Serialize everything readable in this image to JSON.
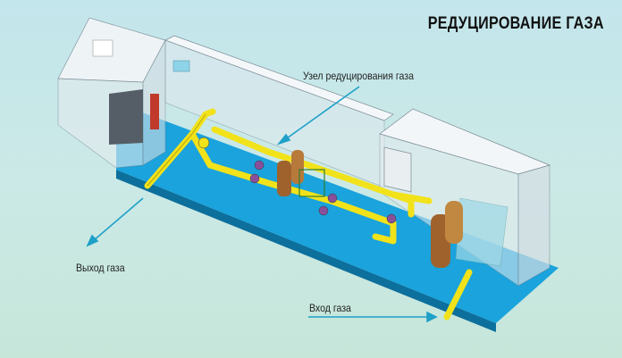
{
  "title": "РЕДУЦИРОВАНИЕ ГАЗА",
  "labels": {
    "reduction_unit": "Узел редуцирования газа",
    "gas_outlet": "Выход газа",
    "gas_inlet": "Вход газа"
  },
  "colors": {
    "floor": "#1aa3dc",
    "pipe": "#f2e21a",
    "arrow": "#1ea0c8",
    "enclosure": "#e8eef2"
  }
}
